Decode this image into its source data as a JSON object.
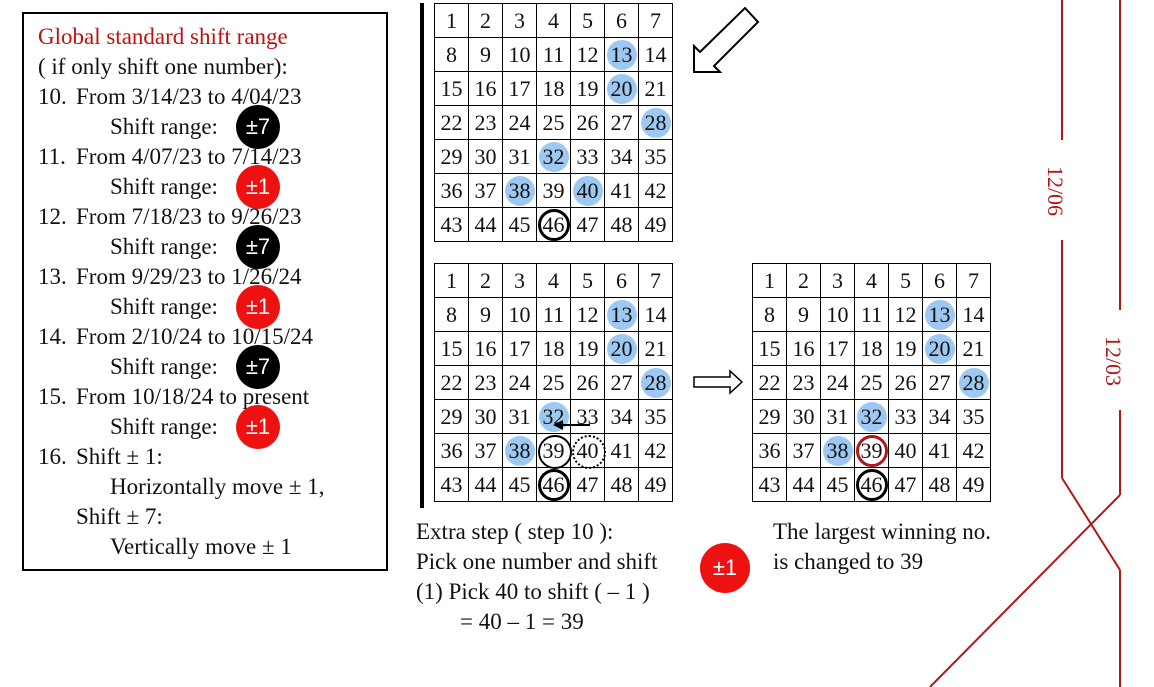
{
  "left_panel": {
    "title": "Global standard shift range",
    "subtitle": "( if only shift one number):",
    "entries": [
      {
        "num": "10.",
        "period": "From 3/14/23 to 4/04/23",
        "label": "Shift range:",
        "badge": "±7",
        "badge_color": "#000000"
      },
      {
        "num": "11.",
        "period": "From 4/07/23 to 7/14/23",
        "label": "Shift range:",
        "badge": "±1",
        "badge_color": "#ee1111"
      },
      {
        "num": "12.",
        "period": "From 7/18/23 to 9/26/23",
        "label": "Shift range:",
        "badge": "±7",
        "badge_color": "#000000"
      },
      {
        "num": "13.",
        "period": "From 9/29/23 to 1/26/24",
        "label": "Shift range:",
        "badge": "±1",
        "badge_color": "#ee1111"
      },
      {
        "num": "14.",
        "period": "From 2/10/24 to 10/15/24",
        "label": "Shift range:",
        "badge": "±7",
        "badge_color": "#000000"
      },
      {
        "num": "15.",
        "period": "From 10/18/24 to present",
        "label": "Shift range:",
        "badge": "±1",
        "badge_color": "#ee1111"
      }
    ],
    "rule": {
      "num": "16.",
      "line1": "Shift ± 1:",
      "line2": "Horizontally move ± 1,",
      "line3": "Shift ± 7:",
      "line4": "Vertically move ± 1"
    }
  },
  "grids": {
    "numbers": [
      1,
      2,
      3,
      4,
      5,
      6,
      7,
      8,
      9,
      10,
      11,
      12,
      13,
      14,
      15,
      16,
      17,
      18,
      19,
      20,
      21,
      22,
      23,
      24,
      25,
      26,
      27,
      28,
      29,
      30,
      31,
      32,
      33,
      34,
      35,
      36,
      37,
      38,
      39,
      40,
      41,
      42,
      43,
      44,
      45,
      46,
      47,
      48,
      49
    ],
    "top": {
      "highlighted": [
        13,
        20,
        28,
        32,
        38,
        40
      ],
      "black_ring": [
        46
      ]
    },
    "bottom_left": {
      "highlighted": [
        13,
        20,
        28,
        32,
        38
      ],
      "black_ring": [
        46
      ],
      "thin_ring": [
        39
      ],
      "dotted_ring": [
        40
      ]
    },
    "bottom_right": {
      "highlighted": [
        13,
        20,
        28,
        32,
        38
      ],
      "black_ring": [
        46
      ],
      "red_ring": [
        39
      ]
    }
  },
  "notes": {
    "extra_step": "Extra step ( step 10 ):",
    "pick_line": "Pick one number and shift",
    "pick_badge": "±1",
    "step1": "(1) Pick 40 to shift ( – 1 )",
    "calc": "= 40 – 1 = 39",
    "result1": "The largest winning no.",
    "result2": "is changed to 39"
  },
  "dates": {
    "first": "12/06",
    "second": "12/03"
  },
  "colors": {
    "highlight": "#9cc8f2",
    "red": "#b01818",
    "badge_red": "#ee1111",
    "title_red": "#c01010"
  }
}
